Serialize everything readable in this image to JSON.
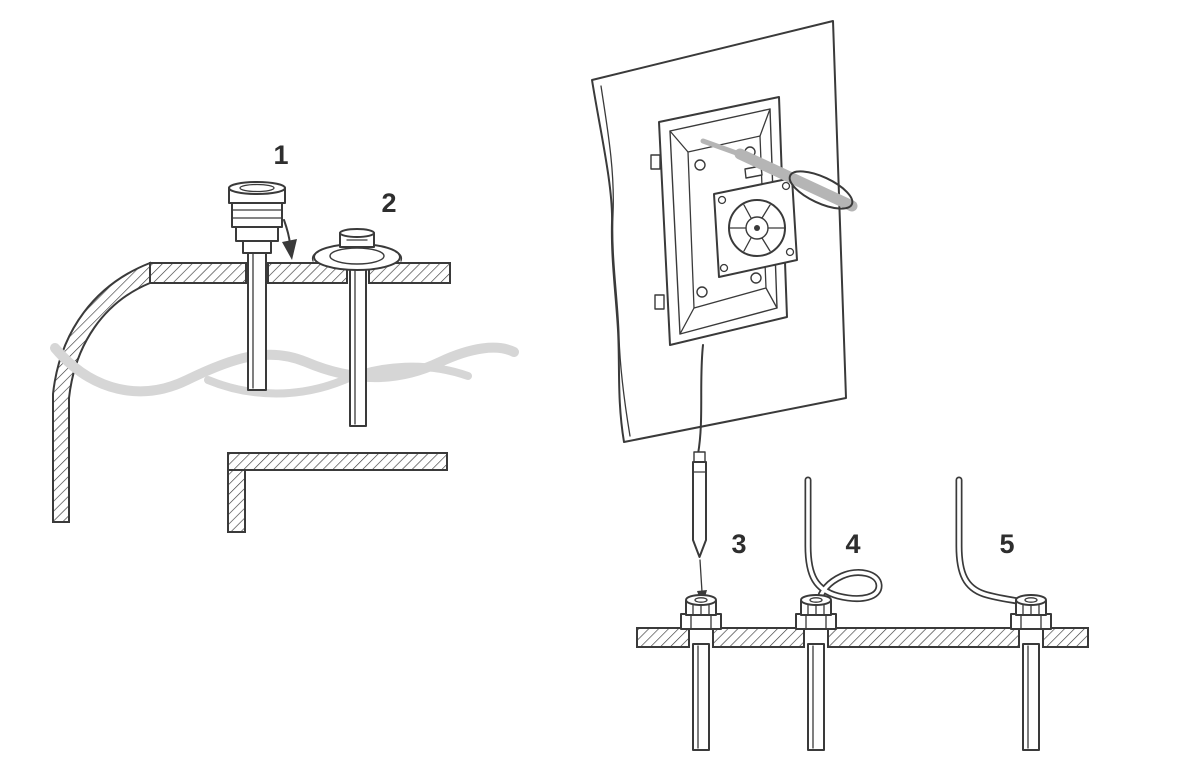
{
  "figure": {
    "type": "diagram",
    "labels": {
      "part1": "1",
      "part2": "2",
      "part3": "3",
      "part4": "4",
      "part5": "5"
    },
    "colors": {
      "line": "#3a3a3a",
      "light_line": "#8a8a8a",
      "tool_gray": "#b5b5b5",
      "wave_gray": "#d6d6d6",
      "background": "#ffffff",
      "label": "#2e2e2e"
    }
  }
}
